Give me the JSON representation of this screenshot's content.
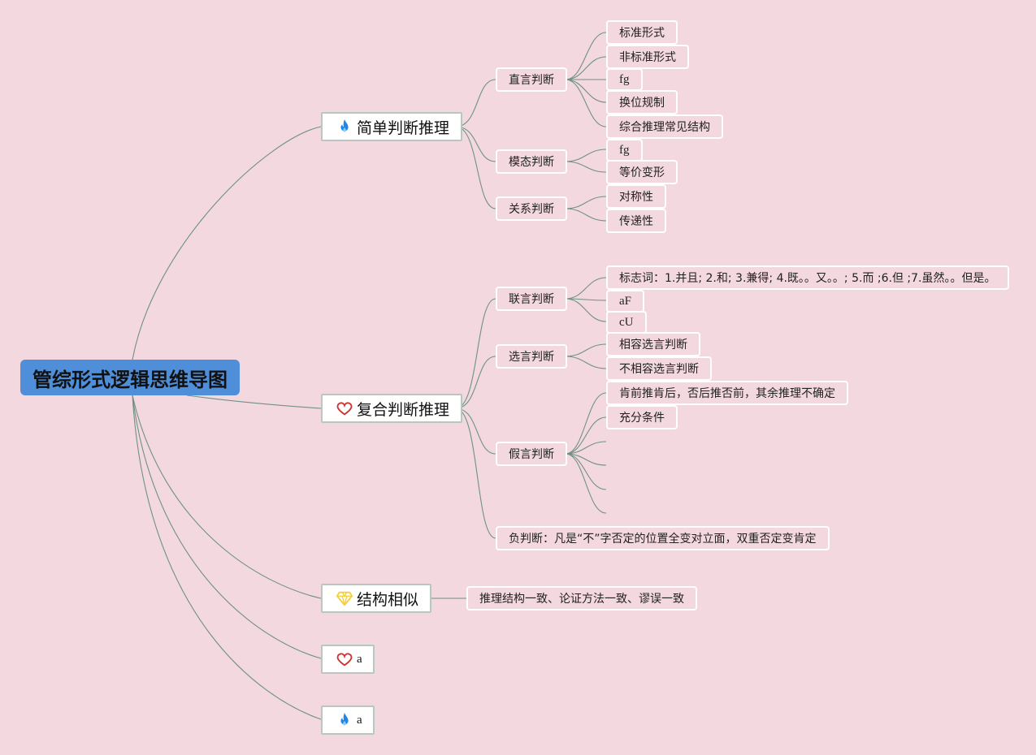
{
  "root": {
    "label": "管综形式逻辑思维导图"
  },
  "branches": {
    "simple": {
      "label": "简单判断推理",
      "icon": "fire-icon",
      "subs": {
        "zhiyan": {
          "label": "直言判断",
          "leaves": [
            "标准形式",
            "非标准形式",
            "fg",
            "换位规制",
            "综合推理常见结构"
          ]
        },
        "motai": {
          "label": "模态判断",
          "leaves": [
            "fg",
            "等价变形"
          ]
        },
        "guanxi": {
          "label": "关系判断",
          "leaves": [
            "对称性",
            "传递性"
          ]
        }
      }
    },
    "compound": {
      "label": "复合判断推理",
      "icon": "heart-icon",
      "subs": {
        "lianyan": {
          "label": "联言判断",
          "leaves": [
            "标志词：1.并且; 2.和; 3.兼得; 4.既。。又。。; 5.而 ;6.但 ;7.虽然。。但是。",
            "aF",
            "cU"
          ]
        },
        "xuanyan": {
          "label": "选言判断",
          "leaves": [
            "相容选言判断",
            "不相容选言判断"
          ]
        },
        "jiayan": {
          "label": "假言判断",
          "leaves": [
            "肯前推肯后，否后推否前，其余推理不确定",
            "充分条件"
          ]
        },
        "fupanduan": {
          "label": "负判断：凡是“不”字否定的位置全变对立面，双重否定变肯定"
        }
      }
    },
    "structure": {
      "label": "结构相似",
      "icon": "diamond-icon",
      "leaves": [
        "推理结构一致、论证方法一致、谬误一致"
      ]
    },
    "a1": {
      "label": "a",
      "icon": "heart-icon"
    },
    "a2": {
      "label": "a",
      "icon": "fire-icon"
    }
  },
  "colors": {
    "background": "#f3d8e0",
    "root": "#4f8fd9",
    "connector": "#6f9186",
    "heart": "#d0312d",
    "fire": "#1e88e5",
    "diamond": "#f4d03f"
  }
}
